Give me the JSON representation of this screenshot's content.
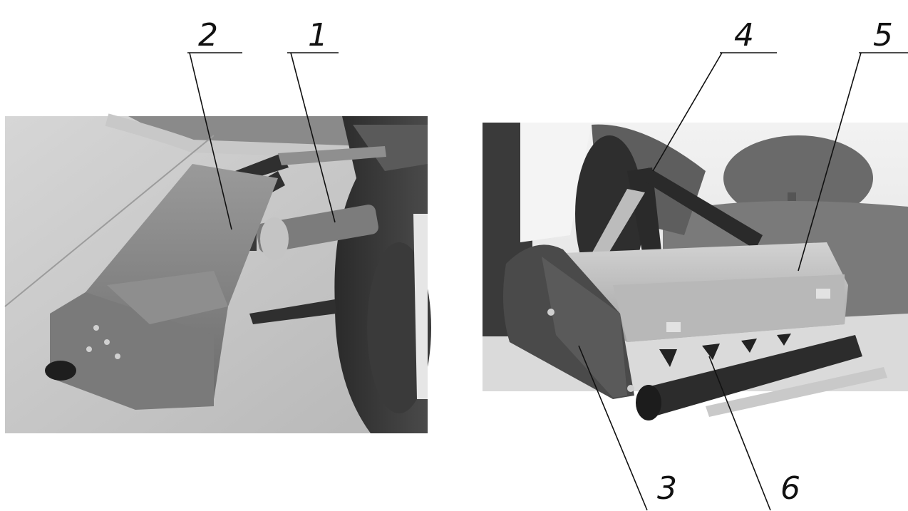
{
  "callouts": [
    {
      "id": "c1",
      "label": "1"
    },
    {
      "id": "c2",
      "label": "2"
    },
    {
      "id": "c3",
      "label": "3"
    },
    {
      "id": "c4",
      "label": "4"
    },
    {
      "id": "c5",
      "label": "5"
    },
    {
      "id": "c6",
      "label": "6"
    }
  ]
}
